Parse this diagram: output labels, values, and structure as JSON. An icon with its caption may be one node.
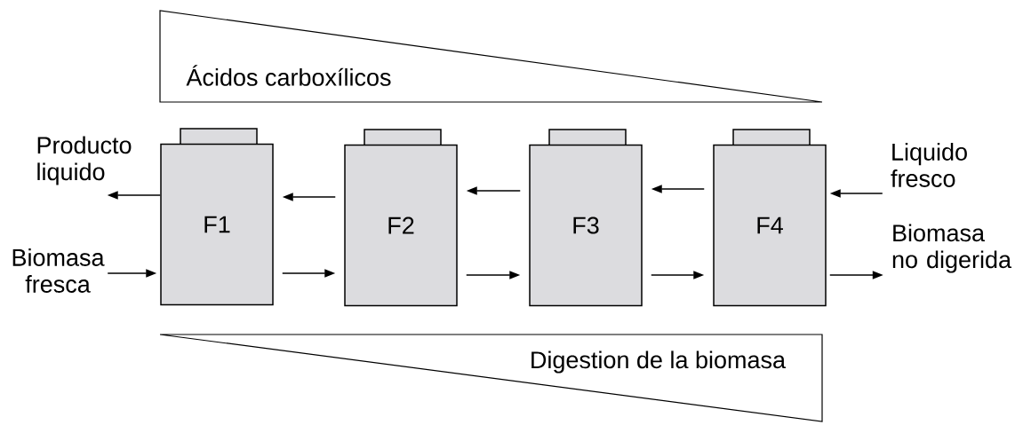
{
  "diagram": {
    "nodes": [
      {
        "text": [
          "Ácidos carboxílicos"
        ]
      },
      {
        "text": [
          "F1"
        ]
      },
      {
        "text": [
          "F2"
        ]
      },
      {
        "text": [
          "F3"
        ]
      },
      {
        "text": [
          "F4"
        ]
      },
      {
        "text": [
          "Producto liquido"
        ]
      },
      {
        "text": [
          "Biomasa fresca"
        ]
      },
      {
        "text": [
          "Liquido fresco"
        ]
      },
      {
        "text": [
          "Biomasa no digerida"
        ]
      },
      {
        "text": [
          "Digestion de la biomasa"
        ]
      }
    ],
    "edges": [
      {
        "from": 1,
        "to": 5,
        "arrow": "to"
      },
      {
        "from": 6,
        "to": 1,
        "arrow": "to"
      },
      {
        "from": 2,
        "to": 1,
        "arrow": "to"
      },
      {
        "from": 1,
        "to": 2,
        "arrow": "to"
      },
      {
        "from": 3,
        "to": 2,
        "arrow": "to"
      },
      {
        "from": 2,
        "to": 3,
        "arrow": "to"
      },
      {
        "from": 4,
        "to": 3,
        "arrow": "to"
      },
      {
        "from": 3,
        "to": 4,
        "arrow": "to"
      },
      {
        "from": 7,
        "to": 4,
        "arrow": "to"
      },
      {
        "from": 4,
        "to": 8,
        "arrow": "to"
      }
    ]
  }
}
